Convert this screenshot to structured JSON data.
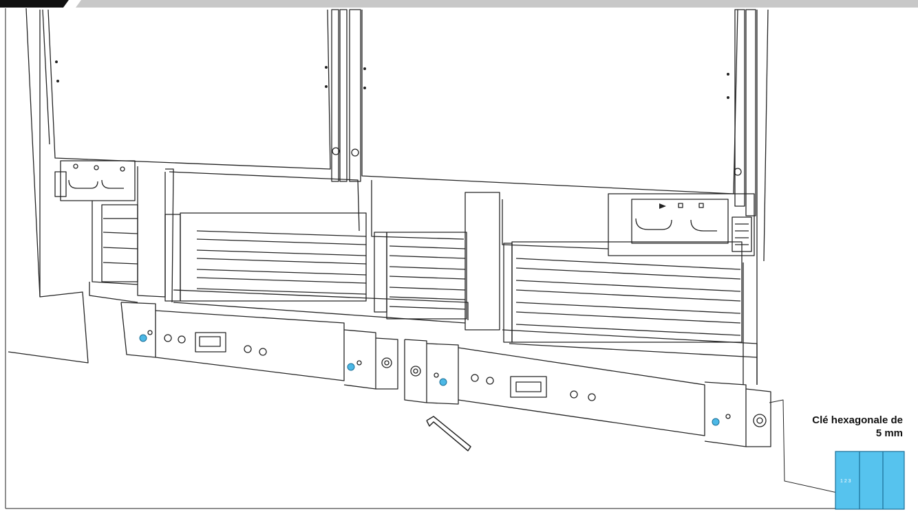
{
  "annotation": {
    "tool_line1": "Clé hexagonale de",
    "tool_line2": "5 mm"
  },
  "legend": {
    "digits": "1 2 3"
  },
  "icons": [
    "hex-key-icon",
    "rack-legend-icon"
  ],
  "colors": {
    "screw_highlight": "#4cb8e6",
    "header_bar": "#c8c8c8",
    "header_tab": "#111111",
    "legend_fill": "#56c3ee",
    "line": "#222222"
  }
}
